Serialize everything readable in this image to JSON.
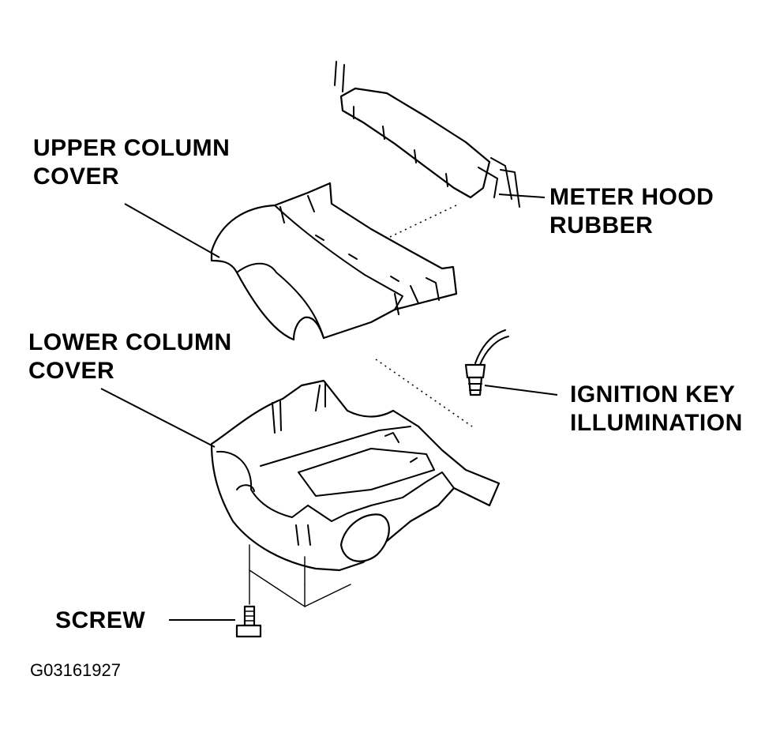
{
  "labels": {
    "upper_column_cover": [
      "UPPER COLUMN",
      "COVER"
    ],
    "lower_column_cover": [
      "LOWER COLUMN",
      "COVER"
    ],
    "meter_hood_rubber": [
      "METER HOOD",
      "RUBBER"
    ],
    "ignition_key_illumination": [
      "IGNITION KEY",
      "ILLUMINATION"
    ],
    "screw": "SCREW"
  },
  "figure_code": "G03161927",
  "colors": {
    "ink": "#000000",
    "background": "#ffffff"
  }
}
